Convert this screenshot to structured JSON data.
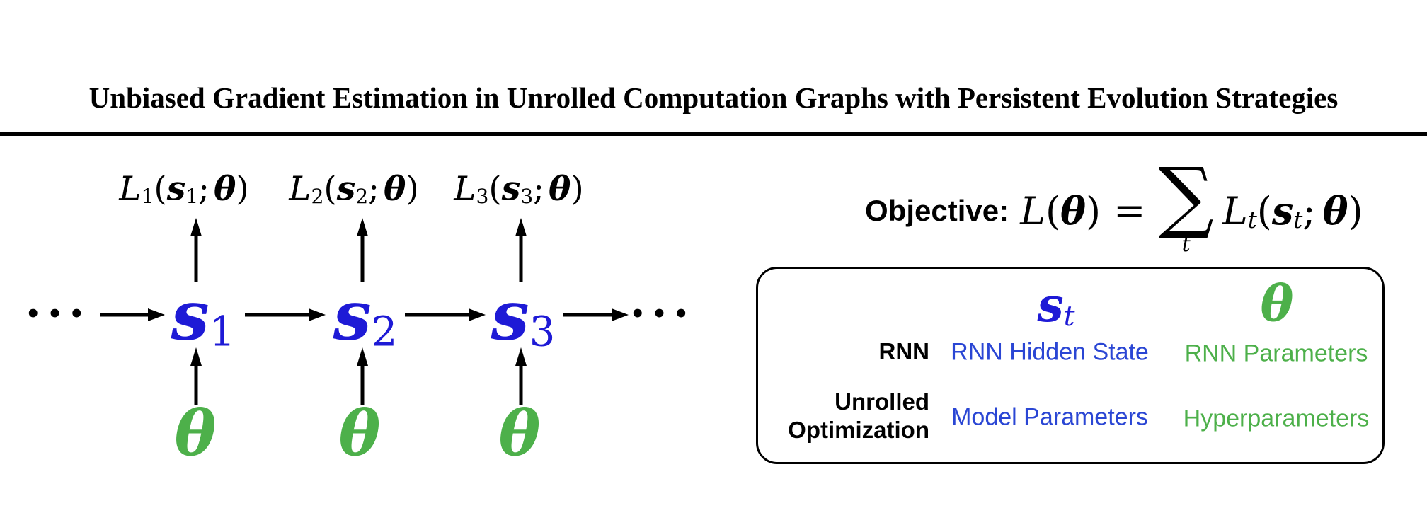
{
  "colors": {
    "math_blue": "#1e1ad6",
    "text_blue": "#2a46d4",
    "green": "#4db04a",
    "black": "#000000"
  },
  "header": {
    "title": "Unbiased Gradient Estimation in Unrolled Computation Graphs with Persistent Evolution Strategies"
  },
  "graph": {
    "left_ellipsis": "•••",
    "right_ellipsis": "•••",
    "nodes": [
      {
        "loss": {
          "L": "L",
          "Lsub": "1",
          "open": "(",
          "s": "s",
          "ssub": "1",
          "sep": ";",
          "theta": "θ",
          "close": ")"
        },
        "state": {
          "s": "s",
          "sub": "1"
        },
        "param": "θ"
      },
      {
        "loss": {
          "L": "L",
          "Lsub": "2",
          "open": "(",
          "s": "s",
          "ssub": "2",
          "sep": ";",
          "theta": "θ",
          "close": ")"
        },
        "state": {
          "s": "s",
          "sub": "2"
        },
        "param": "θ"
      },
      {
        "loss": {
          "L": "L",
          "Lsub": "3",
          "open": "(",
          "s": "s",
          "ssub": "3",
          "sep": ";",
          "theta": "θ",
          "close": ")"
        },
        "state": {
          "s": "s",
          "sub": "3"
        },
        "param": "θ"
      }
    ]
  },
  "objective": {
    "label": "Objective:",
    "L": "L",
    "open": "(",
    "theta": "θ",
    "close": ")",
    "eq": "=",
    "sum": "∑",
    "sum_sub": "t",
    "Lt": "L",
    "Ltsub": "t",
    "open2": "(",
    "s": "s",
    "ssub": "t",
    "sep": ";",
    "theta2": "θ",
    "close2": ")"
  },
  "legend": {
    "header": {
      "state_symbol": {
        "s": "s",
        "sub": "t"
      },
      "param_symbol": "θ"
    },
    "rows": [
      {
        "label_lines": [
          "RNN"
        ],
        "state_desc": "RNN Hidden State",
        "param_desc": "RNN Parameters"
      },
      {
        "label_lines": [
          "Unrolled",
          "Optimization"
        ],
        "state_desc": "Model Parameters",
        "param_desc": "Hyperparameters"
      }
    ]
  }
}
